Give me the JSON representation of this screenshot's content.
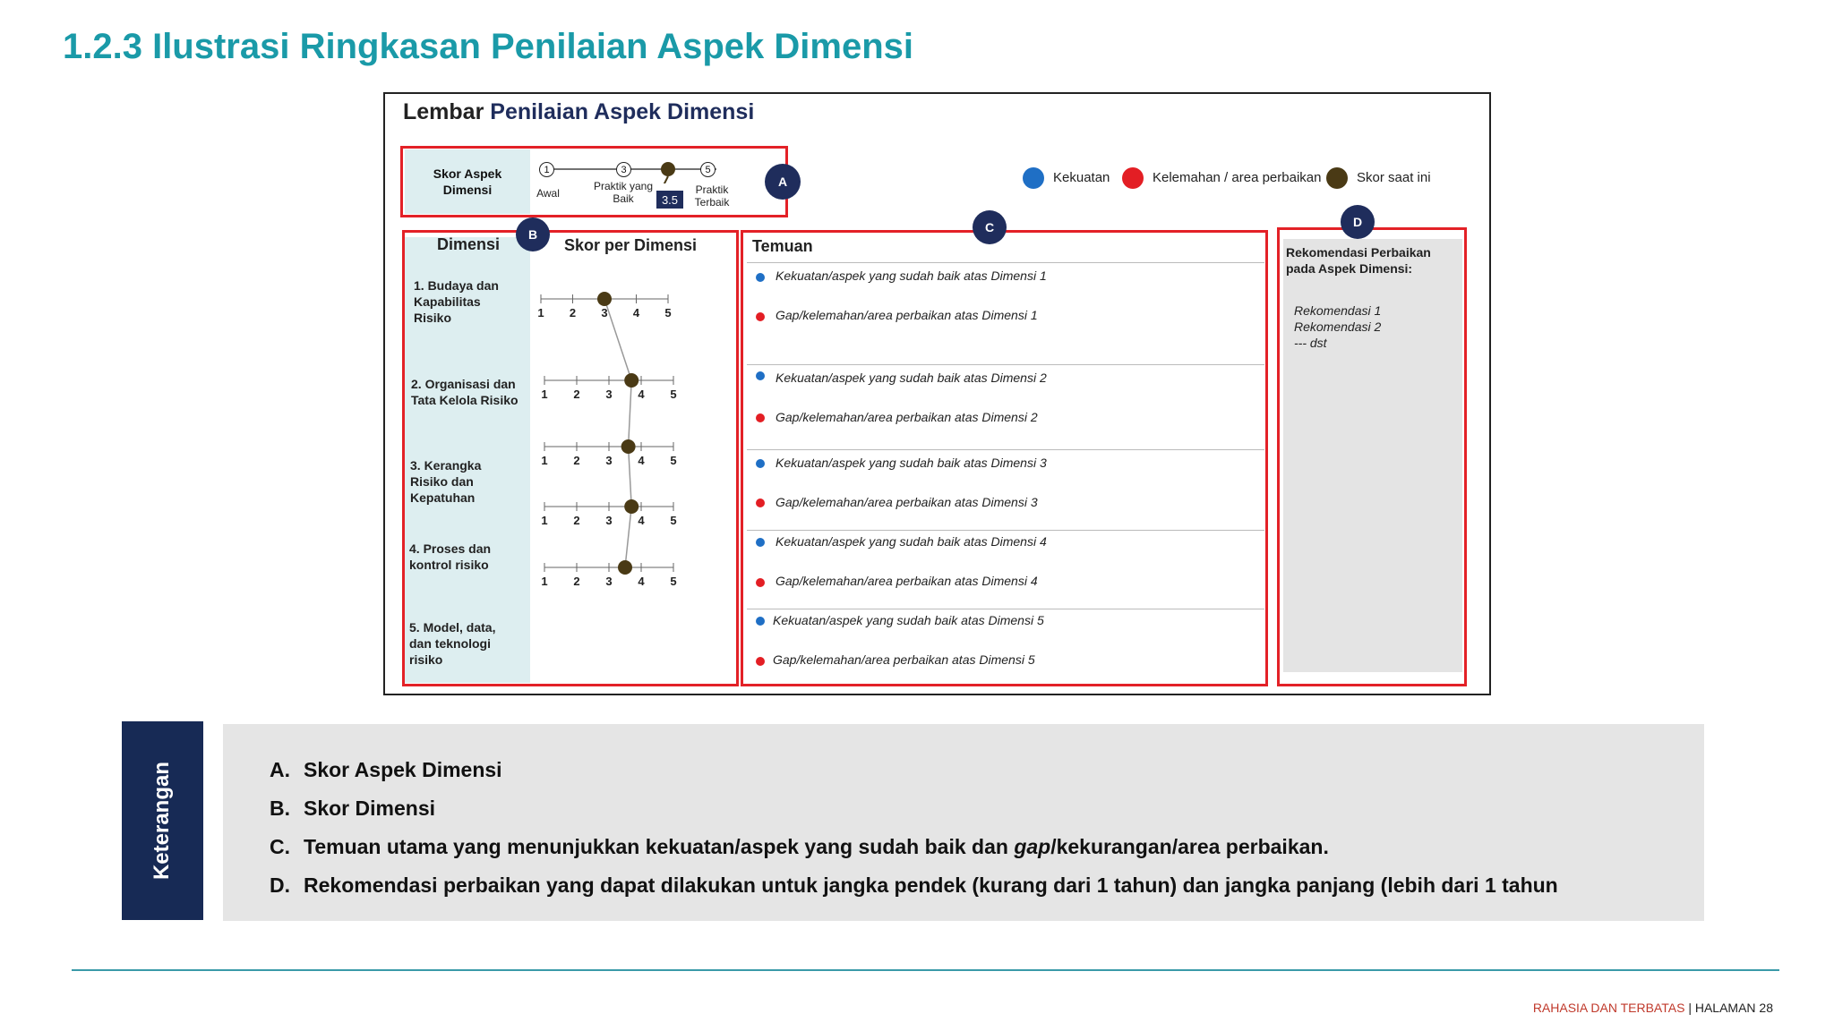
{
  "page": {
    "title": "1.2.3 Ilustrasi Ringkasan Penilaian Aspek Dimensi",
    "footer_confidential": "RAHASIA DAN TERBATAS",
    "footer_separator": "|",
    "footer_page": "HALAMAN 28"
  },
  "sheet": {
    "title_prefix": "Lembar",
    "title_highlight": "Penilaian Aspek Dimensi",
    "score_header": "Skor Aspek Dimensi",
    "scale": {
      "point1": "1",
      "point1_label": "Awal",
      "point3": "3",
      "point3_label": "Praktik yang Baik",
      "point5": "5",
      "point5_label": "Praktik Terbaik",
      "current_value": "3.5"
    },
    "legend": [
      {
        "label": "Kekuatan",
        "color": "#1f6fc5"
      },
      {
        "label": "Kelemahan / area perbaikan",
        "color": "#e31e24"
      },
      {
        "label": "Skor saat ini",
        "color": "#4a3a15"
      }
    ],
    "badges": {
      "a": "A",
      "b": "B",
      "c": "C",
      "d": "D"
    },
    "panel_b": {
      "col1_header": "Dimensi",
      "col2_header": "Skor per Dimensi",
      "ticks": [
        "1",
        "2",
        "3",
        "4",
        "5"
      ],
      "dimensions": [
        {
          "name": "1. Budaya dan Kapabilitas Risiko",
          "score": 3.0
        },
        {
          "name": "2. Organisasi dan Tata Kelola Risiko",
          "score": 3.7
        },
        {
          "name": "3. Kerangka Risiko dan Kepatuhan",
          "score": 3.6
        },
        {
          "name": "4. Proses dan kontrol risiko",
          "score": 3.7
        },
        {
          "name": "5. Model, data, dan teknologi risiko",
          "score": 3.5
        }
      ]
    },
    "panel_c": {
      "header": "Temuan",
      "findings": [
        {
          "strength": "Kekuatan/aspek yang sudah baik atas Dimensi 1",
          "gap": "Gap/kelemahan/area perbaikan atas Dimensi 1"
        },
        {
          "strength": "Kekuatan/aspek yang sudah baik atas Dimensi 2",
          "gap": "Gap/kelemahan/area perbaikan atas Dimensi 2"
        },
        {
          "strength": "Kekuatan/aspek yang sudah baik atas Dimensi 3",
          "gap": "Gap/kelemahan/area perbaikan atas Dimensi 3"
        },
        {
          "strength": "Kekuatan/aspek yang sudah baik atas Dimensi 4",
          "gap": "Gap/kelemahan/area perbaikan atas Dimensi 4"
        },
        {
          "strength": "Kekuatan/aspek yang sudah baik atas Dimensi 5",
          "gap": "Gap/kelemahan/area perbaikan atas Dimensi 5"
        }
      ]
    },
    "panel_d": {
      "header": "Rekomendasi Perbaikan pada Aspek Dimensi:",
      "items": [
        "Rekomendasi 1",
        "Rekomendasi 2",
        "--- dst"
      ]
    }
  },
  "keterangan": {
    "label": "Keterangan",
    "items": [
      {
        "letter": "A.",
        "text": "Skor Aspek Dimensi"
      },
      {
        "letter": "B.",
        "text": "Skor Dimensi"
      },
      {
        "letter": "C.",
        "text_before": "Temuan utama yang menunjukkan kekuatan/aspek yang sudah baik dan ",
        "text_italic": "gap",
        "text_after": "/kekurangan/area perbaikan."
      },
      {
        "letter": "D.",
        "text": "Rekomendasi perbaikan yang dapat dilakukan untuk jangka pendek (kurang dari 1 tahun) dan jangka panjang (lebih dari 1 tahun"
      }
    ]
  }
}
